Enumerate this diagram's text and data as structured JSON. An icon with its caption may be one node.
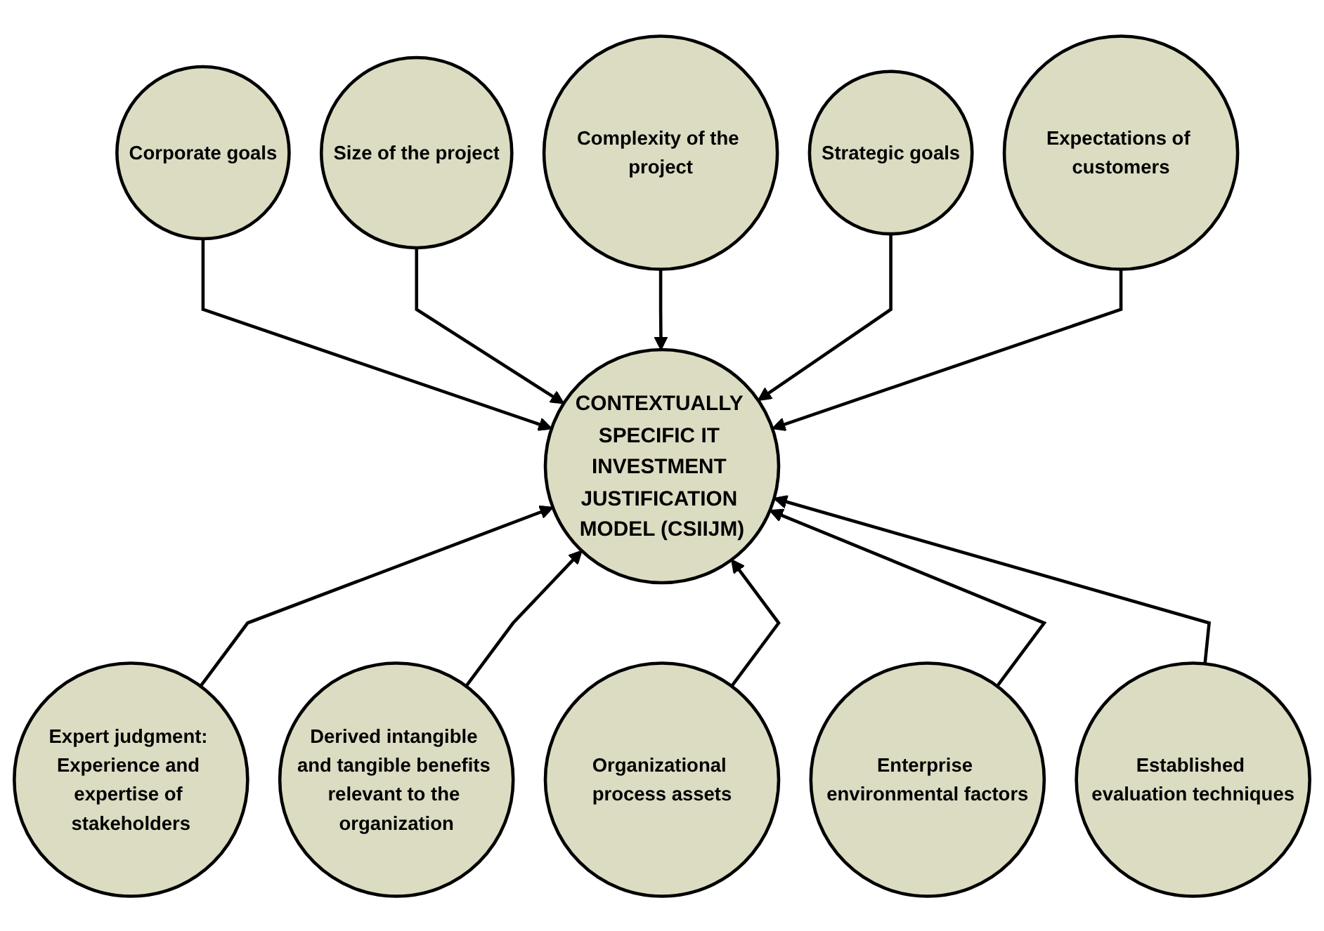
{
  "diagram": {
    "nodes": [
      {
        "text": [
          "Corporate goals"
        ]
      },
      {
        "text": [
          "Size of the project"
        ]
      },
      {
        "text": [
          "Complexity of the project"
        ]
      },
      {
        "text": [
          "Strategic goals"
        ]
      },
      {
        "text": [
          "Expectations of customers"
        ]
      },
      {
        "text": [
          "CONTEXTUALLY SPECIFIC IT INVESTMENT JUSTIFICATION MODEL (CSIIJM)"
        ]
      },
      {
        "text": [
          "Expert judgment: Experience and expertise of stakeholders"
        ]
      },
      {
        "text": [
          "Derived intangible and tangible benefits relevant to the organization"
        ]
      },
      {
        "text": [
          "Organizational process assets"
        ]
      },
      {
        "text": [
          "Enterprise environmental factors"
        ]
      },
      {
        "text": [
          "Established evaluation techniques"
        ]
      }
    ],
    "edges": [
      {
        "from": 0,
        "to": 5,
        "arrow": "to"
      },
      {
        "from": 1,
        "to": 5,
        "arrow": "to"
      },
      {
        "from": 2,
        "to": 5,
        "arrow": "to"
      },
      {
        "from": 3,
        "to": 5,
        "arrow": "to"
      },
      {
        "from": 4,
        "to": 5,
        "arrow": "to"
      },
      {
        "from": 6,
        "to": 5,
        "arrow": "to"
      },
      {
        "from": 7,
        "to": 5,
        "arrow": "to"
      },
      {
        "from": 8,
        "to": 5,
        "arrow": "to"
      },
      {
        "from": 9,
        "to": 5,
        "arrow": "to"
      },
      {
        "from": 10,
        "to": 5,
        "arrow": "to"
      }
    ]
  }
}
